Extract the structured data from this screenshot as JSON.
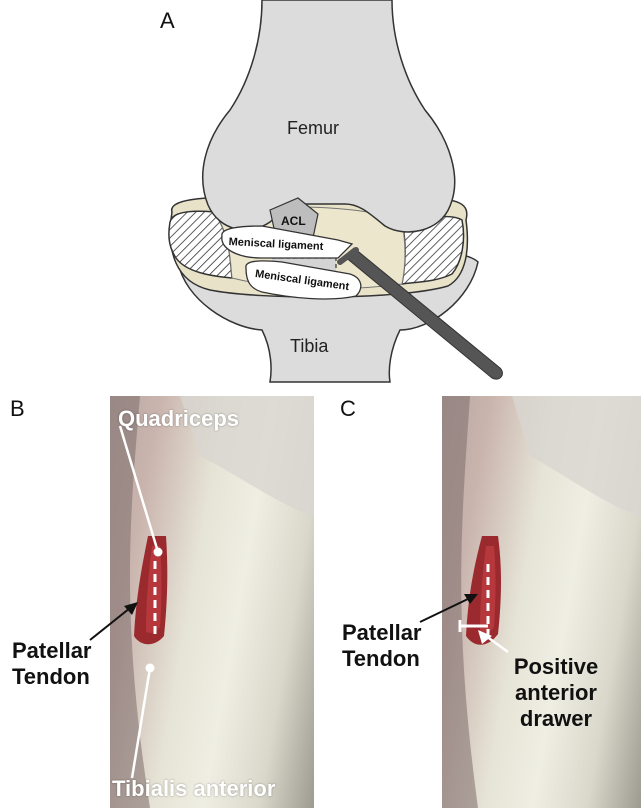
{
  "panelA": {
    "letter": "A",
    "femur_label": "Femur",
    "tibia_label": "Tibia",
    "acl_label": "ACL",
    "meniscal_upper_label": "Meniscal ligament",
    "meniscal_lower_label": "Meniscal ligament"
  },
  "panelB": {
    "letter": "B",
    "quadriceps_label": "Quadriceps",
    "patellar_label_line1": "Patellar",
    "patellar_label_line2": "Tendon",
    "tibialis_label": "Tibialis anterior"
  },
  "panelC": {
    "letter": "C",
    "patellar_label_line1": "Patellar",
    "patellar_label_line2": "Tendon",
    "drawer_line1": "Positive",
    "drawer_line2": "anterior",
    "drawer_line3": "drawer"
  },
  "colors": {
    "bone": "#dcdcdc",
    "bone_stroke": "#333333",
    "meniscus": "#e8e2c8",
    "acl": "#bdbdbd",
    "probe": "#555555",
    "tissue_red": "#9b2a2e",
    "fur": "#e4e3d6"
  }
}
